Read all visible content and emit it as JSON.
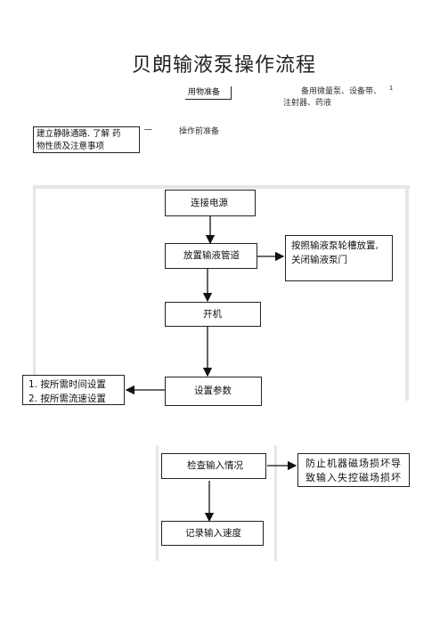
{
  "title": "贝朗输液泵操作流程",
  "prep": {
    "items_label": "用物准备",
    "items_note_line1": "备用微量泵、设备带、",
    "items_note_line2": "注射器、药液",
    "footnote": "1",
    "iv_line1": "建立静脉通路. 了解  药",
    "iv_line2": "物性质及注意事项",
    "dash": "一",
    "pre_op_label": "操作前准备"
  },
  "flow": {
    "step1": "连接电源",
    "step2": "放置输液管道",
    "step2_note_line1": "按照输液泵轮槽放置,",
    "step2_note_line2": "关闭输液泵门",
    "step3": "开机",
    "step4": "设置参数",
    "step4_options": [
      "1.  按所需时间设置",
      "2.  按所需流速设置"
    ],
    "step5": "检查输入情况",
    "step5_note_line1": "防止机器磁场损坏导",
    "step5_note_line2": "致输入失控磁场损坏",
    "step6": "记录输入速度"
  }
}
